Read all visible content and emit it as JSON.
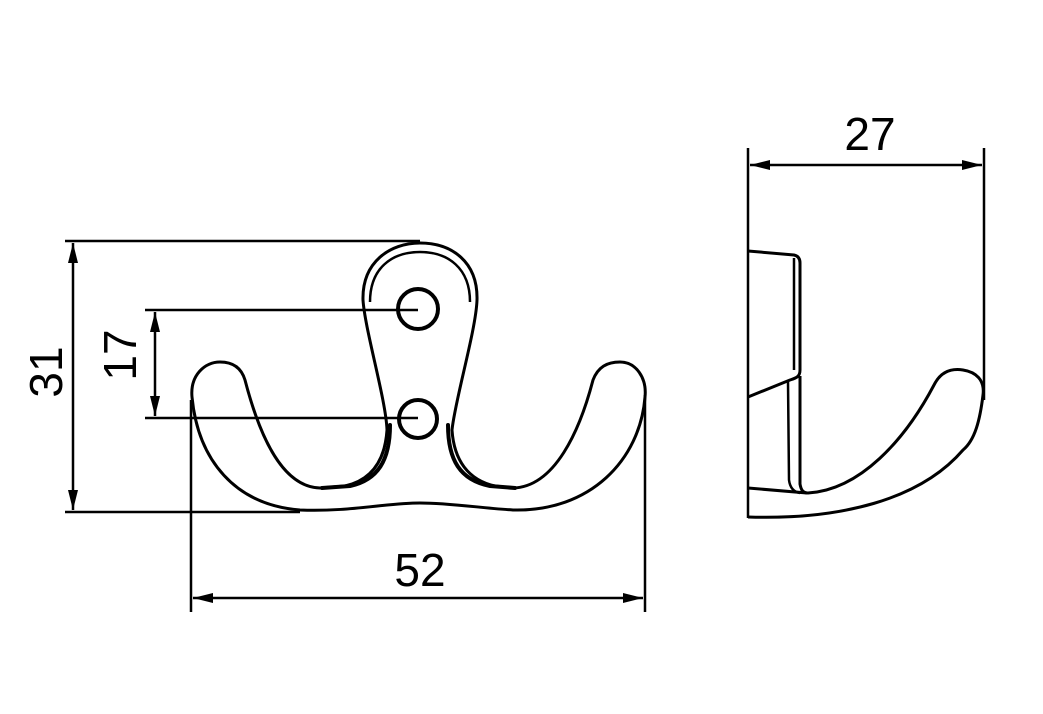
{
  "drawing": {
    "dimensions": {
      "overall_height": "31",
      "hole_spacing": "17",
      "overall_width": "52",
      "depth": "27"
    },
    "line_color": "#000000",
    "background": "#ffffff"
  }
}
